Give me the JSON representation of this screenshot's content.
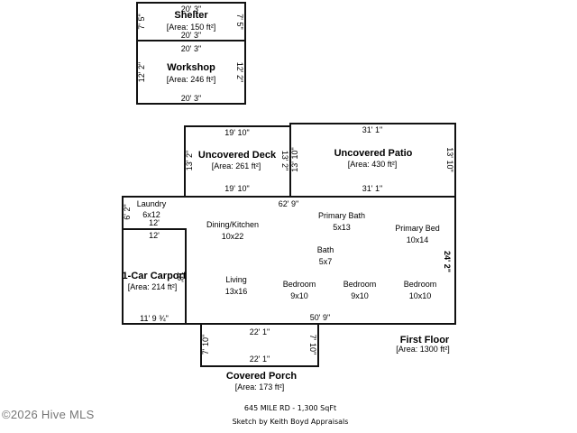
{
  "shelter": {
    "title": "Shelter",
    "area": "[Area: 150 ft²]",
    "top_dim": "20' 3\"",
    "bottom_dim": "20' 3\"",
    "left_dim": "7' 5\"",
    "right_dim": "7' 5\""
  },
  "workshop": {
    "title": "Workshop",
    "area": "[Area: 246 ft²]",
    "top_dim": "20' 3\"",
    "bottom_dim": "20' 3\"",
    "left_dim": "12' 2\"",
    "right_dim": "12' 2\""
  },
  "uncovered_deck": {
    "title": "Uncovered Deck",
    "area": "[Area: 261 ft²]",
    "top_dim": "19' 10\"",
    "bottom_dim": "19' 10\"",
    "left_dim": "13' 2\"",
    "right_dim": "13' 2\""
  },
  "uncovered_patio": {
    "title": "Uncovered Patio",
    "area": "[Area: 430 ft²]",
    "top_dim": "31' 1\"",
    "bottom_dim": "31' 1\"",
    "left_dim": "13' 10\"",
    "right_dim": "13' 10\""
  },
  "carport": {
    "title": "1-Car Carport",
    "area": "[Area: 214 ft²]",
    "top_dim": "12'",
    "bottom_dim": "11' 9 ¾\"",
    "right_dim": "18'"
  },
  "first_floor": {
    "title": "First Floor",
    "area": "[Area: 1300 ft²]",
    "top_dim": "62' 9\"",
    "bottom_dim": "50' 9\"",
    "right_dim": "24' 2\"",
    "laundry_top_dim": "12'",
    "laundry_left_dim": "6' 2\"",
    "rooms": [
      {
        "name": "Laundry",
        "size": "6x12"
      },
      {
        "name": "Dining/Kitchen",
        "size": "10x22"
      },
      {
        "name": "Primary Bath",
        "size": "5x13"
      },
      {
        "name": "Primary Bed",
        "size": "10x14"
      },
      {
        "name": "Bath",
        "size": "5x7"
      },
      {
        "name": "Living",
        "size": "13x16"
      },
      {
        "name": "Bedroom",
        "size": "9x10"
      },
      {
        "name": "Bedroom",
        "size": "9x10"
      },
      {
        "name": "Bedroom",
        "size": "10x10"
      }
    ]
  },
  "covered_porch": {
    "title": "Covered Porch",
    "area": "[Area: 173 ft²]",
    "top_dim": "22' 1\"",
    "bottom_dim": "22' 1\"",
    "left_dim": "7' 10\"",
    "right_dim": "7' 10\""
  },
  "footer": {
    "address": "645 MILE RD - 1,300 SqFt",
    "credit": "Sketch by Keith Boyd Appraisals"
  },
  "copyright": "©2026 Hive MLS"
}
